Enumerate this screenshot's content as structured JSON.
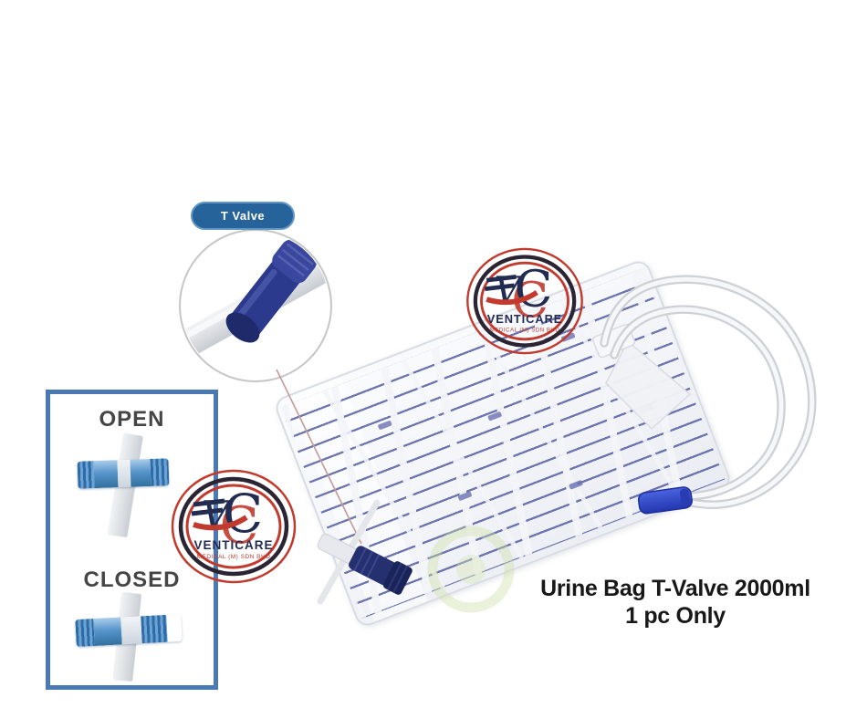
{
  "product_image": {
    "badge": {
      "label": "T Valve"
    },
    "valve_states_box": {
      "open_label": "OPEN",
      "closed_label": "CLOSED"
    },
    "brand_stamp": {
      "monogram_v": "V",
      "monogram_c": "C",
      "name": "VENTICARE",
      "subtext": "MEDICAL (M) SDN BHD"
    },
    "caption": {
      "line1": "Urine Bag T-Valve 2000ml",
      "line2": "1 pc Only"
    },
    "colors": {
      "badge_blue": "#26639b",
      "box_border_blue": "#4a79b4",
      "stamp_red": "#c23a2e",
      "stamp_navy": "#232c54",
      "bag_stripe_blue": "#46509a",
      "tube_tip_blue": "#2c41bb",
      "outlet_valve_navy": "#25306e"
    }
  }
}
